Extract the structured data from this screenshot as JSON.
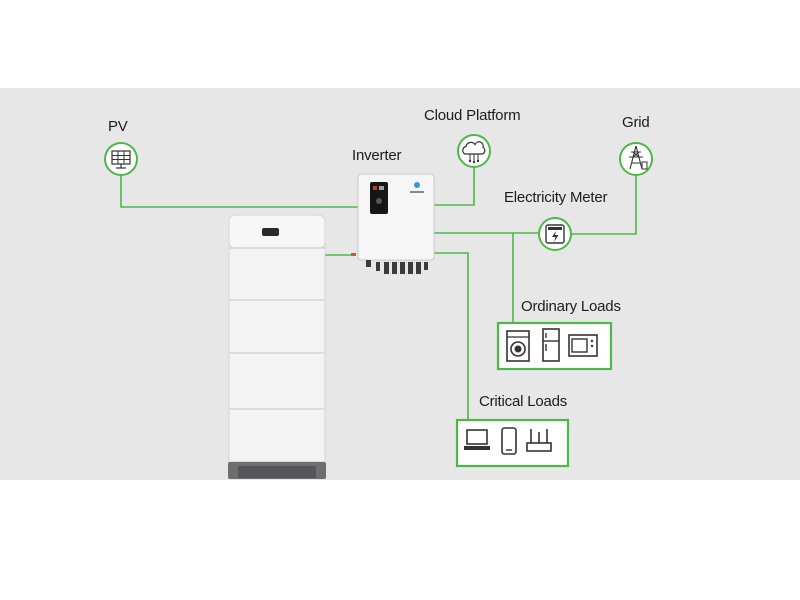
{
  "labels": {
    "pv": "PV",
    "cloud_platform": "Cloud Platform",
    "grid": "Grid",
    "inverter": "Inverter",
    "electricity_meter": "Electricity Meter",
    "ordinary_loads": "Ordinary Loads",
    "critical_loads": "Critical Loads"
  },
  "icons": {
    "pv": "solar-panel-icon",
    "cloud": "cloud-icon",
    "grid": "transmission-tower-icon",
    "meter": "electricity-meter-icon",
    "ordinary_loads": [
      "washing-machine-icon",
      "refrigerator-icon",
      "microwave-icon"
    ],
    "critical_loads": [
      "laptop-icon",
      "smartphone-icon",
      "router-icon"
    ]
  },
  "colors": {
    "accent_green": "#4db848",
    "background_panel": "#e8e7e8"
  }
}
